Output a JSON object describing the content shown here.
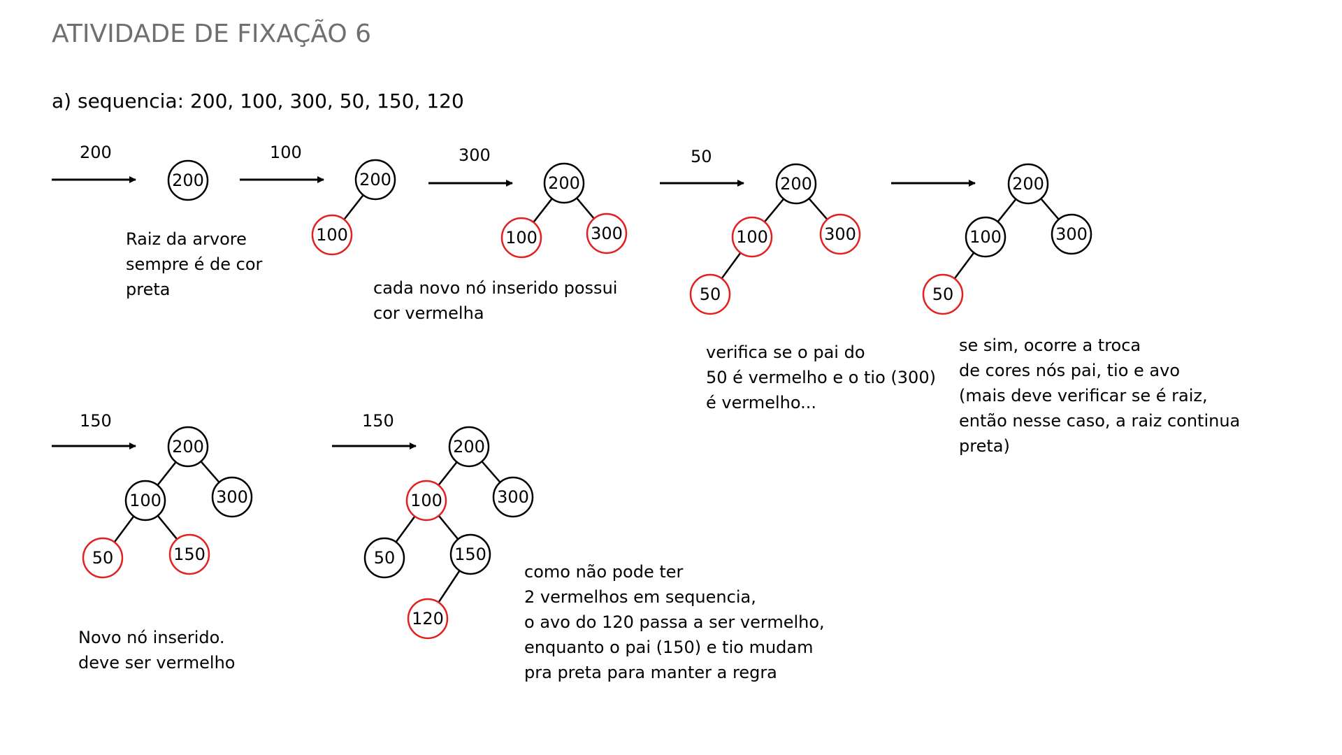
{
  "title": "ATIVIDADE DE FIXAÇÃO 6",
  "subtitle": "a) sequencia: 200, 100, 300, 50, 150, 120",
  "colors": {
    "black_node": "#000000",
    "red_node": "#e32020",
    "title_gray": "#6f6f6f"
  },
  "steps": [
    {
      "id": "s1",
      "label": "200",
      "nodes": [
        {
          "key": "200",
          "value": "200",
          "color": "black"
        }
      ],
      "edges": []
    },
    {
      "id": "s2",
      "label": "100",
      "nodes": [
        {
          "key": "200",
          "value": "200",
          "color": "black"
        },
        {
          "key": "100",
          "value": "100",
          "color": "red"
        }
      ],
      "edges": [
        [
          "200",
          "100"
        ]
      ]
    },
    {
      "id": "s3",
      "label": "300",
      "nodes": [
        {
          "key": "200",
          "value": "200",
          "color": "black"
        },
        {
          "key": "100",
          "value": "100",
          "color": "red"
        },
        {
          "key": "300",
          "value": "300",
          "color": "red"
        }
      ],
      "edges": [
        [
          "200",
          "100"
        ],
        [
          "200",
          "300"
        ]
      ]
    },
    {
      "id": "s4",
      "label": "50",
      "nodes": [
        {
          "key": "200",
          "value": "200",
          "color": "black"
        },
        {
          "key": "100",
          "value": "100",
          "color": "red"
        },
        {
          "key": "300",
          "value": "300",
          "color": "red"
        },
        {
          "key": "50",
          "value": "50",
          "color": "red"
        }
      ],
      "edges": [
        [
          "200",
          "100"
        ],
        [
          "200",
          "300"
        ],
        [
          "100",
          "50"
        ]
      ]
    },
    {
      "id": "s5",
      "label": "",
      "nodes": [
        {
          "key": "200",
          "value": "200",
          "color": "black"
        },
        {
          "key": "100",
          "value": "100",
          "color": "black"
        },
        {
          "key": "300",
          "value": "300",
          "color": "black"
        },
        {
          "key": "50",
          "value": "50",
          "color": "red"
        }
      ],
      "edges": [
        [
          "200",
          "100"
        ],
        [
          "200",
          "300"
        ],
        [
          "100",
          "50"
        ]
      ]
    },
    {
      "id": "s6",
      "label": "150",
      "nodes": [
        {
          "key": "200",
          "value": "200",
          "color": "black"
        },
        {
          "key": "100",
          "value": "100",
          "color": "black"
        },
        {
          "key": "300",
          "value": "300",
          "color": "black"
        },
        {
          "key": "50",
          "value": "50",
          "color": "red"
        },
        {
          "key": "150",
          "value": "150",
          "color": "red"
        }
      ],
      "edges": [
        [
          "200",
          "100"
        ],
        [
          "200",
          "300"
        ],
        [
          "100",
          "50"
        ],
        [
          "100",
          "150"
        ]
      ]
    },
    {
      "id": "s7",
      "label": "150",
      "nodes": [
        {
          "key": "200",
          "value": "200",
          "color": "black"
        },
        {
          "key": "100",
          "value": "100",
          "color": "red"
        },
        {
          "key": "300",
          "value": "300",
          "color": "black"
        },
        {
          "key": "50",
          "value": "50",
          "color": "black"
        },
        {
          "key": "150",
          "value": "150",
          "color": "black"
        },
        {
          "key": "120",
          "value": "120",
          "color": "red"
        }
      ],
      "edges": [
        [
          "200",
          "100"
        ],
        [
          "200",
          "300"
        ],
        [
          "100",
          "50"
        ],
        [
          "100",
          "150"
        ],
        [
          "150",
          "120"
        ]
      ]
    }
  ],
  "notes": {
    "root": [
      "Raiz da arvore",
      "sempre é de cor",
      "preta"
    ],
    "new_node": [
      "cada novo nó inserido possui",
      "cor vermelha"
    ],
    "check": [
      "verifica se o pai do",
      "50 é vermelho e o tio (300)",
      "é vermelho..."
    ],
    "recolor": [
      "se sim, ocorre a troca",
      "de cores nós pai, tio e avo",
      "(mais deve verificar se é raiz,",
      "então nesse caso, a raiz continua",
      "preta)"
    ],
    "inserted": [
      "Novo nó inserido.",
      "deve ser vermelho"
    ],
    "fix": [
      "como não pode ter",
      "2 vermelhos em sequencia,",
      "o avo do 120 passa a ser vermelho,",
      "enquanto o pai (150) e tio mudam",
      "pra preta para manter a regra"
    ]
  }
}
